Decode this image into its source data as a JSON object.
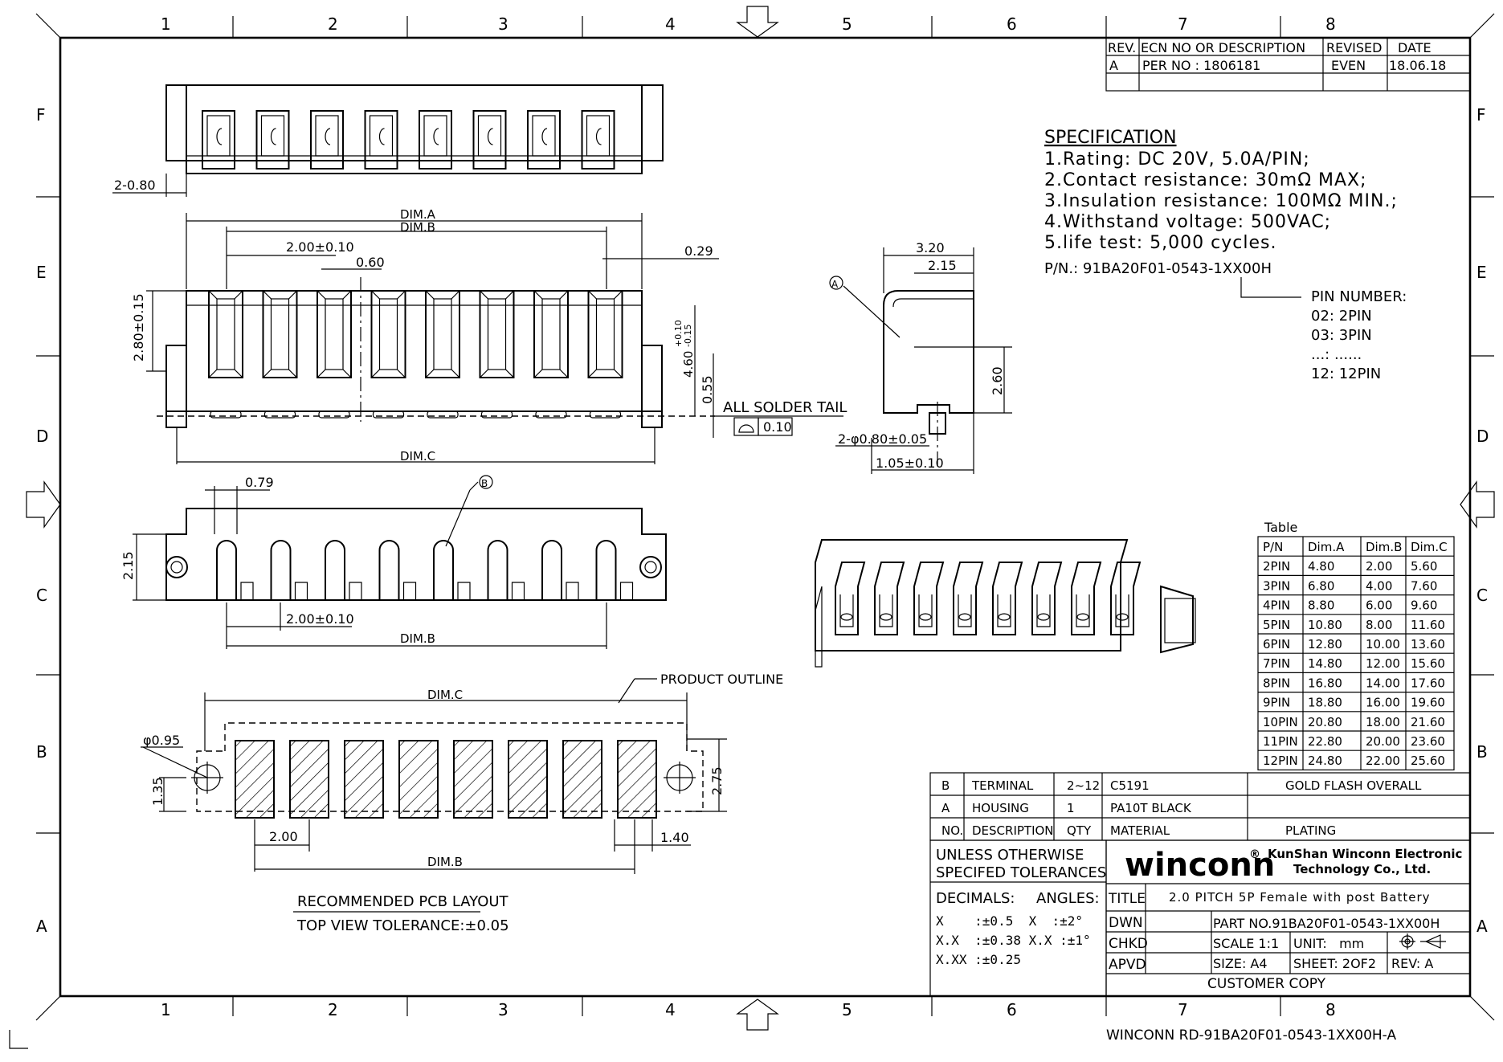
{
  "frame": {
    "top_cols": [
      "1",
      "2",
      "3",
      "4",
      "5",
      "6",
      "7",
      "8"
    ],
    "bottom_cols": [
      "1",
      "2",
      "3",
      "4",
      "5",
      "6",
      "7",
      "8"
    ],
    "left_rows": [
      "F",
      "E",
      "D",
      "C",
      "B",
      "A"
    ],
    "right_rows": [
      "F",
      "E",
      "D",
      "C",
      "B",
      "A"
    ]
  },
  "revision": {
    "headers": [
      "REV.",
      "ECN NO OR DESCRIPTION",
      "REVISED",
      "DATE"
    ],
    "row": [
      "A",
      "PER NO : 1806181",
      "EVEN",
      "18.06.18"
    ]
  },
  "specification": {
    "title": "SPECIFICATION",
    "lines": [
      "1.Rating: DC 20V, 5.0A/PIN;",
      "2.Contact resistance: 30mΩ MAX;",
      "3.Insulation resistance: 100MΩ MIN.;",
      "4.Withstand voltage: 500VAC;",
      "5.life test: 5,000 cycles."
    ],
    "pn": "P/N.: 91BA20F01-0543-1XX00H",
    "pin_number_title": "PIN NUMBER:",
    "pin_numbers": [
      "02: 2PIN",
      "03: 3PIN",
      "...: ......",
      "12: 12PIN"
    ]
  },
  "dims": {
    "top_2_080": "2-0.80",
    "dim_a": "DIM.A",
    "dim_b": "DIM.B",
    "pitch": "2.00±0.10",
    "w060": "0.60",
    "w029": "0.29",
    "h280": "2.80±0.15",
    "h460": "4.60",
    "h460_tol_plus": "+0.10",
    "h460_tol_minus": "-0.15",
    "h055": "0.55",
    "solder_tail": "ALL SOLDER TAIL",
    "flatness": "0.10",
    "dim_c": "DIM.C",
    "w320": "3.20",
    "w215": "2.15",
    "h260": "2.60",
    "callout_a": "A",
    "post_dia": "2-φ0.80±0.05",
    "w105": "1.05±0.10",
    "w079": "0.79",
    "callout_b": "B",
    "h215": "2.15",
    "bottom_pitch": "2.00±0.10",
    "bottom_dim_b": "DIM.B",
    "pcb_dim_c": "DIM.C",
    "product_outline": "PRODUCT OUTLINE",
    "hole_dia": "φ0.95",
    "h135": "1.35",
    "h275": "2.75",
    "pad_pitch": "2.00",
    "w140": "1.40",
    "pcb_dim_b": "DIM.B",
    "pcb_title": "RECOMMENDED PCB LAYOUT",
    "pcb_tol": "TOP VIEW TOLERANCE:±0.05"
  },
  "dim_table": {
    "title": "Table",
    "headers": [
      "P/N",
      "Dim.A",
      "Dim.B",
      "Dim.C"
    ],
    "rows": [
      [
        "2PIN",
        "4.80",
        "2.00",
        "5.60"
      ],
      [
        "3PIN",
        "6.80",
        "4.00",
        "7.60"
      ],
      [
        "4PIN",
        "8.80",
        "6.00",
        "9.60"
      ],
      [
        "5PIN",
        "10.80",
        "8.00",
        "11.60"
      ],
      [
        "6PIN",
        "12.80",
        "10.00",
        "13.60"
      ],
      [
        "7PIN",
        "14.80",
        "12.00",
        "15.60"
      ],
      [
        "8PIN",
        "16.80",
        "14.00",
        "17.60"
      ],
      [
        "9PIN",
        "18.80",
        "16.00",
        "19.60"
      ],
      [
        "10PIN",
        "20.80",
        "18.00",
        "21.60"
      ],
      [
        "11PIN",
        "22.80",
        "20.00",
        "23.60"
      ],
      [
        "12PIN",
        "24.80",
        "22.00",
        "25.60"
      ]
    ]
  },
  "bom": {
    "rows": [
      [
        "B",
        "TERMINAL",
        "2~12",
        "C5191",
        "GOLD FLASH OVERALL"
      ],
      [
        "A",
        "HOUSING",
        "1",
        "PA10T BLACK",
        ""
      ],
      [
        "NO.",
        "DESCRIPTION",
        "QTY",
        "MATERIAL",
        "PLATING"
      ]
    ]
  },
  "tolerance": {
    "title1": "UNLESS OTHERWISE",
    "title2": "SPECIFED TOLERANCES",
    "decimals": "DECIMALS:",
    "angles": "ANGLES:",
    "r1": "X    :±0.5  X  :±2°",
    "r2": "X.X  :±0.38 X.X :±1°",
    "r3": "X.XX :±0.25"
  },
  "title_block": {
    "brand": "winconn",
    "reg": "®",
    "company1": "KunShan Winconn Electronic",
    "company2": "Technology Co., Ltd.",
    "title_label": "TITLE",
    "title": "2.0 PITCH 5P Female with post Battery",
    "dwn": "DWN",
    "chkd": "CHKD",
    "apvd": "APVD",
    "part_no": "PART NO.91BA20F01-0543-1XX00H",
    "scale": "SCALE 1:1",
    "unit": "UNIT:   mm",
    "size": "SIZE: A4",
    "sheet": "SHEET: 2OF2",
    "rev": "REV: A",
    "customer": "CUSTOMER COPY",
    "footer": "WINCONN RD-91BA20F01-0543-1XX00H-A"
  }
}
